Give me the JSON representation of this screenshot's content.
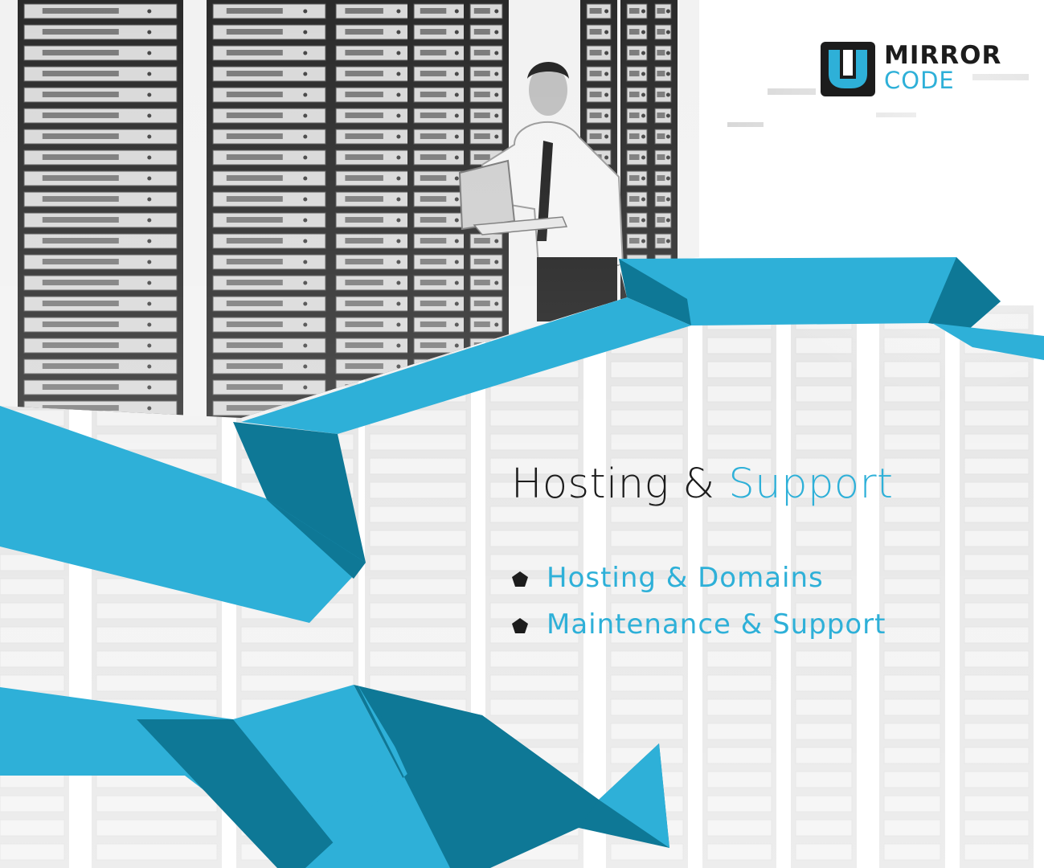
{
  "brand": {
    "word_1": "MIRROR",
    "word_2": "CODE",
    "logo_icon": "mirror-code-logo-icon",
    "dark_color": "#1c1c1c",
    "accent_color": "#2eb0d8"
  },
  "headline": {
    "part_1": "Hosting &",
    "part_2": "Support"
  },
  "services": [
    {
      "label": "Hosting & Domains",
      "icon": "pentagon-bullet-icon"
    },
    {
      "label": "Maintenance & Support",
      "icon": "pentagon-bullet-icon"
    }
  ],
  "decor": {
    "ribbon_light": "#2eb0d8",
    "ribbon_dark": "#0e7896",
    "photo": "server-room-technician-photo"
  }
}
